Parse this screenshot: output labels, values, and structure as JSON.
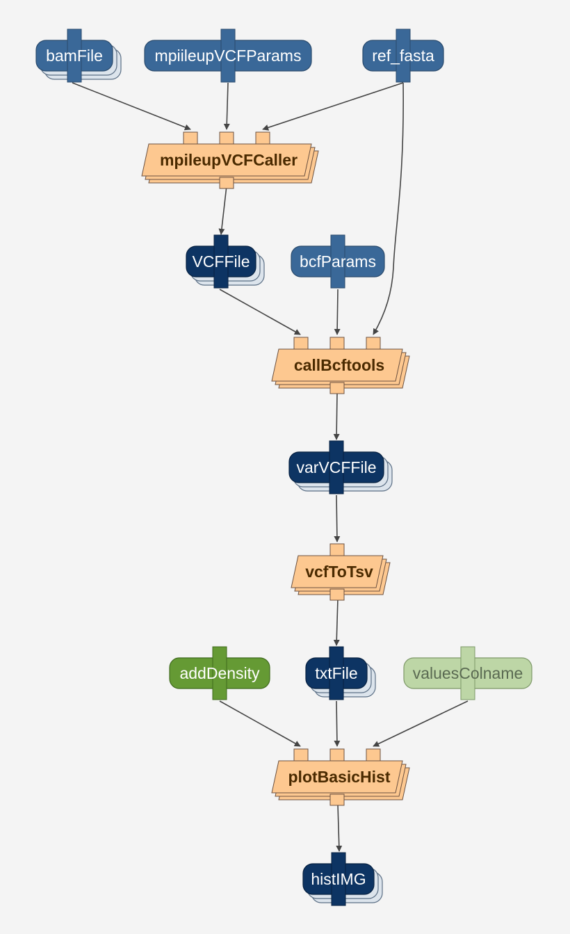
{
  "diagram": {
    "inputs": [
      {
        "id": "bamFile",
        "label": "bamFile",
        "stacked": true,
        "style": "input"
      },
      {
        "id": "mpiileupVCFParams",
        "label": "mpiileupVCFParams",
        "stacked": false,
        "style": "input"
      },
      {
        "id": "ref_fasta",
        "label": "ref_fasta",
        "stacked": false,
        "style": "input"
      },
      {
        "id": "bcfParams",
        "label": "bcfParams",
        "stacked": false,
        "style": "input"
      },
      {
        "id": "addDensity",
        "label": "addDensity",
        "stacked": false,
        "style": "green"
      },
      {
        "id": "valuesColname",
        "label": "valuesColname",
        "stacked": false,
        "style": "lightgreen"
      }
    ],
    "outputs": [
      {
        "id": "VCFFile",
        "label": "VCFFile",
        "stacked": true
      },
      {
        "id": "varVCFFile",
        "label": "varVCFFile",
        "stacked": true
      },
      {
        "id": "txtFile",
        "label": "txtFile",
        "stacked": true
      },
      {
        "id": "histIMG",
        "label": "histIMG",
        "stacked": true
      }
    ],
    "processes": [
      {
        "id": "mpileupVCFCaller",
        "label": "mpileupVCFCaller",
        "in_ports": 3
      },
      {
        "id": "callBcftools",
        "label": "callBcftools",
        "in_ports": 3
      },
      {
        "id": "vcfToTsv",
        "label": "vcfToTsv",
        "in_ports": 1
      },
      {
        "id": "plotBasicHist",
        "label": "plotBasicHist",
        "in_ports": 3
      }
    ],
    "edges": [
      {
        "from": "bamFile",
        "to": "mpileupVCFCaller"
      },
      {
        "from": "mpiileupVCFParams",
        "to": "mpileupVCFCaller"
      },
      {
        "from": "ref_fasta",
        "to": "mpileupVCFCaller"
      },
      {
        "from": "mpileupVCFCaller",
        "to": "VCFFile"
      },
      {
        "from": "VCFFile",
        "to": "callBcftools"
      },
      {
        "from": "bcfParams",
        "to": "callBcftools"
      },
      {
        "from": "ref_fasta",
        "to": "callBcftools"
      },
      {
        "from": "callBcftools",
        "to": "varVCFFile"
      },
      {
        "from": "varVCFFile",
        "to": "vcfToTsv"
      },
      {
        "from": "vcfToTsv",
        "to": "txtFile"
      },
      {
        "from": "addDensity",
        "to": "plotBasicHist"
      },
      {
        "from": "txtFile",
        "to": "plotBasicHist"
      },
      {
        "from": "valuesColname",
        "to": "plotBasicHist"
      },
      {
        "from": "plotBasicHist",
        "to": "histIMG"
      }
    ]
  },
  "colors": {
    "background": "#f4f4f4",
    "input": "#3a6898",
    "output": "#0d3463",
    "stack_shadow": "#dce4ec",
    "process": "#fdc890",
    "process_text": "#4a2a00",
    "green": "#659a34",
    "lightgreen": "#bdd6a6",
    "edge": "#444444"
  }
}
